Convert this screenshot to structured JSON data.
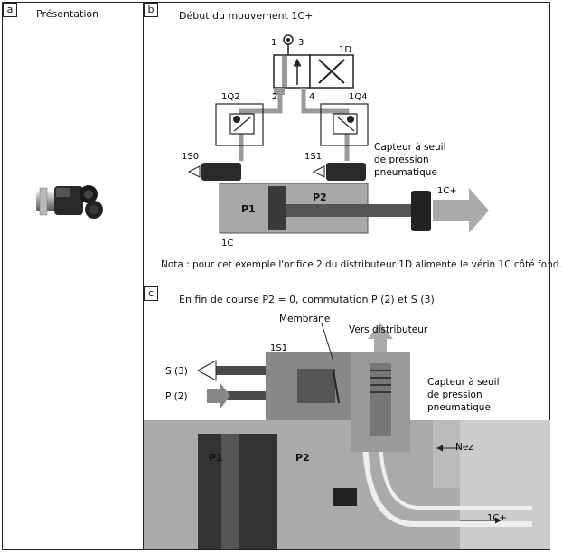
{
  "panel_a": {
    "tag": "a",
    "title": "Présentation"
  },
  "panel_b": {
    "tag": "b",
    "title": "Début du mouvement 1C+",
    "labels": {
      "port1": "1",
      "port3": "3",
      "port2": "2",
      "port4": "4",
      "valve": "1D",
      "q2": "1Q2",
      "q4": "1Q4",
      "s0": "1S0",
      "s1": "1S1",
      "sensor_line1": "Capteur à seuil",
      "sensor_line2": "de pression",
      "sensor_line3": "pneumatique",
      "p1": "P1",
      "p2": "P2",
      "cylinder": "1C",
      "motion": "1C+"
    },
    "note": "Nota : pour cet exemple l'orifice 2 du distributeur 1D alimente le vérin 1C côté fond."
  },
  "panel_c": {
    "tag": "c",
    "title": "En fin de course P2 = 0, commutation P (2) et S (3)",
    "labels": {
      "membrane": "Membrane",
      "to_valve": "Vers distributeur",
      "s1": "1S1",
      "s3": "S (3)",
      "p2port": "P (2)",
      "sensor_line1": "Capteur à seuil",
      "sensor_line2": "de pression",
      "sensor_line3": "pneumatique",
      "p1": "P1",
      "p2": "P2",
      "nez": "Nez",
      "motion": "1C+"
    }
  }
}
